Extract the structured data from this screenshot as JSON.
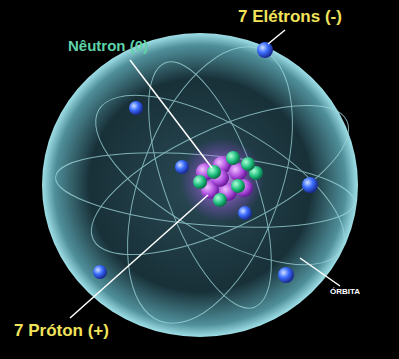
{
  "diagram": {
    "labels": [
      "Nêutron (0)",
      "7 Elétrons (-)",
      "7 Próton (+)",
      "ÓRBITA"
    ]
  }
}
